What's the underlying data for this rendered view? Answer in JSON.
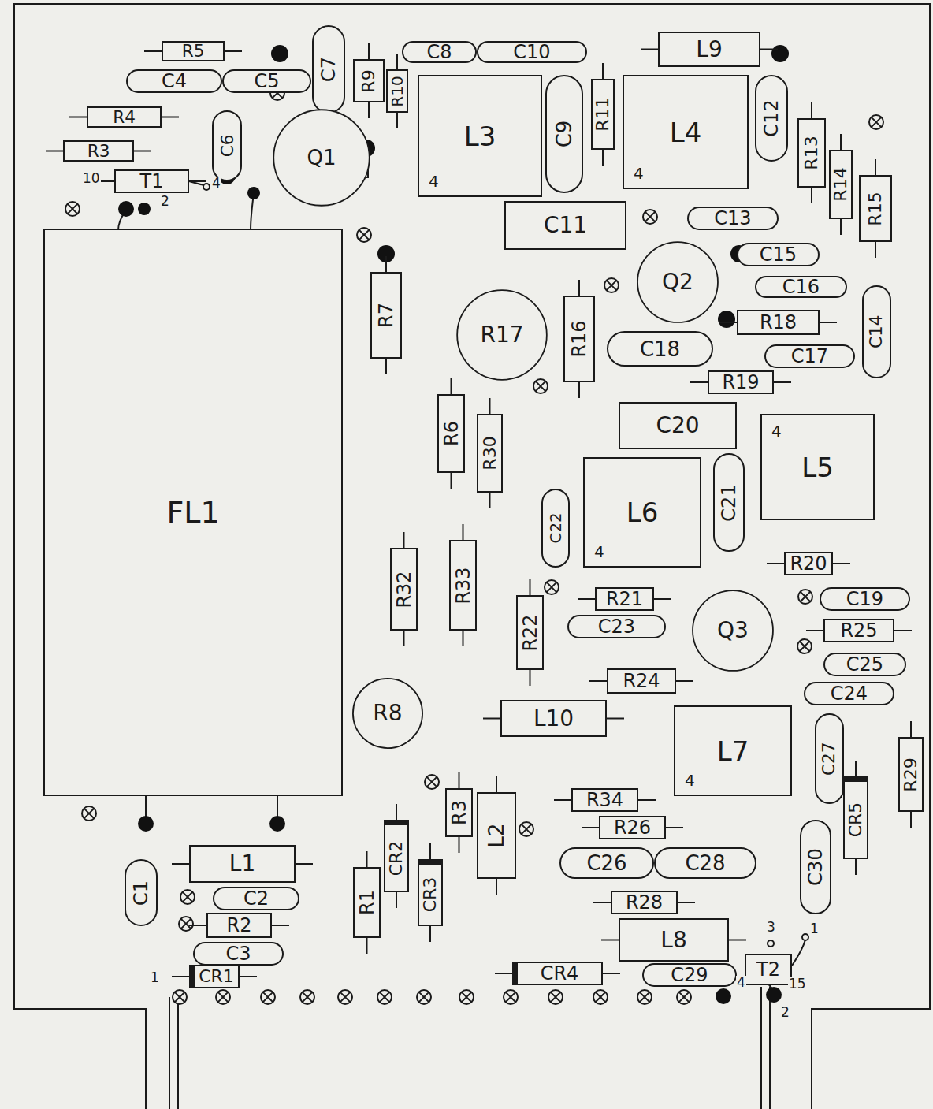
{
  "diagram": {
    "nodes": [
      {
        "text": [
          "R5"
        ]
      },
      {
        "text": [
          "C7"
        ]
      },
      {
        "text": [
          "C8"
        ]
      },
      {
        "text": [
          "C10"
        ]
      },
      {
        "text": [
          "L9"
        ]
      },
      {
        "text": [
          "C4"
        ]
      },
      {
        "text": [
          "C5"
        ]
      },
      {
        "text": [
          "R9"
        ]
      },
      {
        "text": [
          "R10"
        ]
      },
      {
        "text": [
          "L3",
          "4"
        ]
      },
      {
        "text": [
          "C9"
        ]
      },
      {
        "text": [
          "R11"
        ]
      },
      {
        "text": [
          "L4",
          "4"
        ]
      },
      {
        "text": [
          "C12"
        ]
      },
      {
        "text": [
          "R4"
        ]
      },
      {
        "text": [
          "C6"
        ]
      },
      {
        "text": [
          "R13"
        ]
      },
      {
        "text": [
          "Q1"
        ]
      },
      {
        "text": [
          "R3"
        ]
      },
      {
        "text": [
          "R14"
        ]
      },
      {
        "text": [
          "T1"
        ]
      },
      {
        "text": [
          "R15"
        ]
      },
      {
        "text": [
          "C11"
        ]
      },
      {
        "text": [
          "C13"
        ]
      },
      {
        "text": [
          "FL1"
        ]
      },
      {
        "text": [
          "C15"
        ]
      },
      {
        "text": [
          "Q2"
        ]
      },
      {
        "text": [
          "R7"
        ]
      },
      {
        "text": [
          "C16"
        ]
      },
      {
        "text": [
          "C14"
        ]
      },
      {
        "text": [
          "R17"
        ]
      },
      {
        "text": [
          "R16"
        ]
      },
      {
        "text": [
          "R18"
        ]
      },
      {
        "text": [
          "C18"
        ]
      },
      {
        "text": [
          "C17"
        ]
      },
      {
        "text": [
          "R19"
        ]
      },
      {
        "text": [
          "R6"
        ]
      },
      {
        "text": [
          "C20"
        ]
      },
      {
        "text": [
          "L5",
          "4"
        ]
      },
      {
        "text": [
          "R30"
        ]
      },
      {
        "text": [
          "L6",
          "4"
        ]
      },
      {
        "text": [
          "C21"
        ]
      },
      {
        "text": [
          "C22"
        ]
      },
      {
        "text": [
          "R33"
        ]
      },
      {
        "text": [
          "R32"
        ]
      },
      {
        "text": [
          "R20"
        ]
      },
      {
        "text": [
          "R21"
        ]
      },
      {
        "text": [
          "C19"
        ]
      },
      {
        "text": [
          "R22"
        ]
      },
      {
        "text": [
          "C23"
        ]
      },
      {
        "text": [
          "Q3"
        ]
      },
      {
        "text": [
          "R25"
        ]
      },
      {
        "text": [
          "C25"
        ]
      },
      {
        "text": [
          "R24"
        ]
      },
      {
        "text": [
          "C24"
        ]
      },
      {
        "text": [
          "R8"
        ]
      },
      {
        "text": [
          "L10"
        ]
      },
      {
        "text": [
          "L7",
          "4"
        ]
      },
      {
        "text": [
          "C27"
        ]
      },
      {
        "text": [
          "R29"
        ]
      },
      {
        "text": [
          "R3"
        ]
      },
      {
        "text": [
          "R34"
        ]
      },
      {
        "text": [
          "L2"
        ]
      },
      {
        "text": [
          "CR5"
        ]
      },
      {
        "text": [
          "R26"
        ]
      },
      {
        "text": [
          "CR2"
        ]
      },
      {
        "text": [
          "C30"
        ]
      },
      {
        "text": [
          "L1"
        ]
      },
      {
        "text": [
          "C26"
        ]
      },
      {
        "text": [
          "C28"
        ]
      },
      {
        "text": [
          "CR3"
        ]
      },
      {
        "text": [
          "C1"
        ]
      },
      {
        "text": [
          "R1"
        ]
      },
      {
        "text": [
          "C2"
        ]
      },
      {
        "text": [
          "R28"
        ]
      },
      {
        "text": [
          "R2"
        ]
      },
      {
        "text": [
          "L8"
        ]
      },
      {
        "text": [
          "C3"
        ]
      },
      {
        "text": [
          "CR4"
        ]
      },
      {
        "text": [
          "C29"
        ]
      },
      {
        "text": [
          "T2"
        ]
      },
      {
        "text": [
          "CR1"
        ]
      }
    ],
    "labels": [
      "10",
      "4",
      "2",
      "1",
      "3",
      "1",
      "4",
      "2",
      "15"
    ]
  }
}
